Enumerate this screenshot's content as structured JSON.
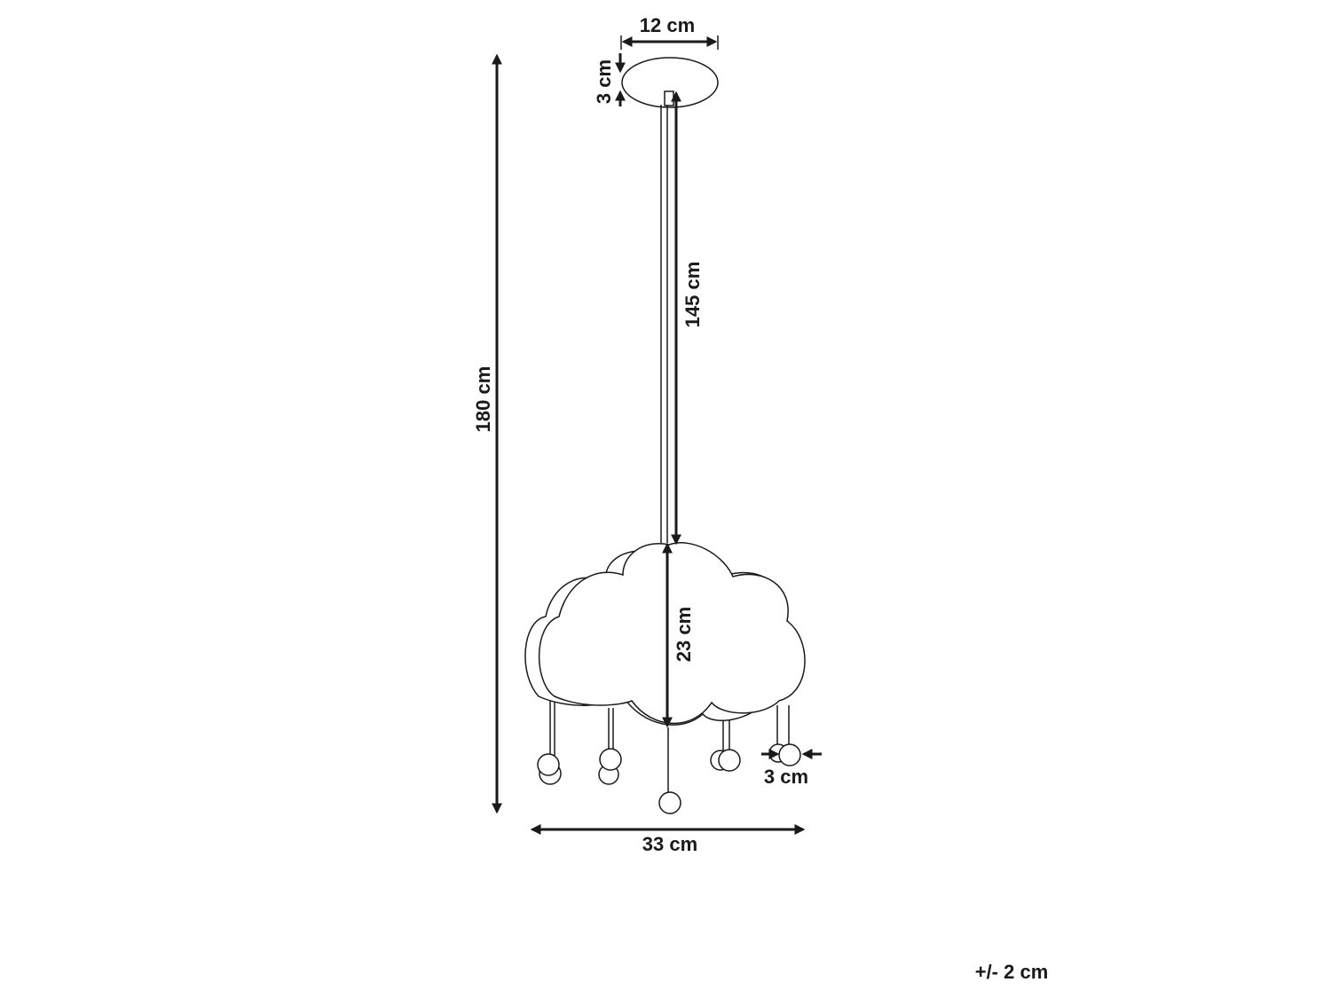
{
  "dimensions": {
    "canopy_width": "12 cm",
    "canopy_height": "3 cm",
    "rod_length": "145 cm",
    "total_height": "180 cm",
    "shade_height": "23 cm",
    "shade_width": "33 cm",
    "bead_diameter": "3 cm"
  },
  "tolerance": "+/- 2 cm"
}
